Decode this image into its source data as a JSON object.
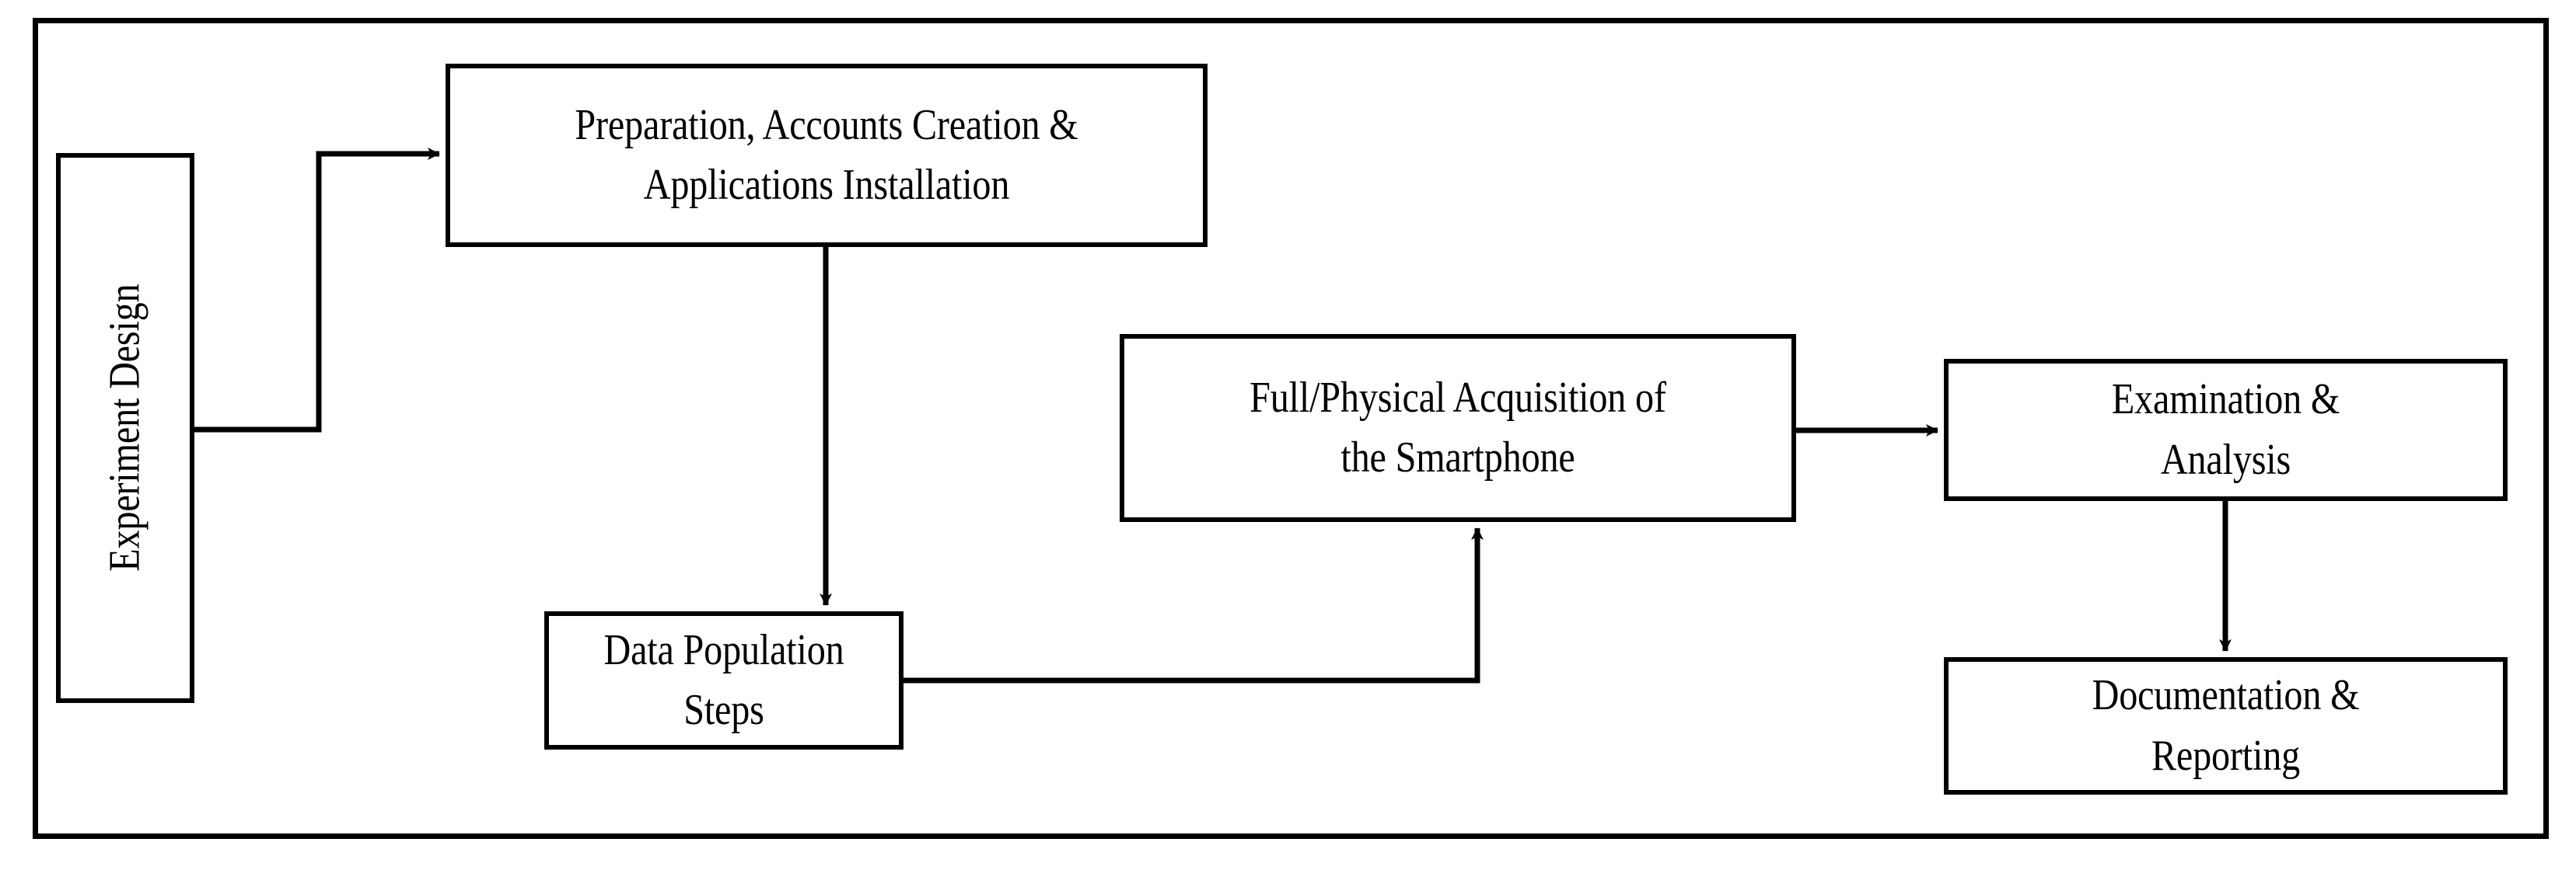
{
  "diagram": {
    "title": "Smartphone Forensic Experiment Methodology Flowchart",
    "background_color": "#ffffff",
    "line_color": "#000000",
    "frame": {
      "name": "outer-frame",
      "border_color": "#000000"
    },
    "nodes": [
      {
        "id": "experiment-design",
        "label": "Experiment Design",
        "orientation": "vertical-rotated-ccw"
      },
      {
        "id": "preparation",
        "label": "Preparation, Accounts Creation &\nApplications Installation",
        "orientation": "horizontal"
      },
      {
        "id": "data-population",
        "label": "Data Population Steps",
        "orientation": "horizontal"
      },
      {
        "id": "acquisition",
        "label": "Full/Physical Acquisition of\nthe Smartphone",
        "orientation": "horizontal"
      },
      {
        "id": "examination",
        "label": "Examination &\nAnalysis",
        "orientation": "horizontal"
      },
      {
        "id": "documentation",
        "label": "Documentation &\nReporting",
        "orientation": "horizontal"
      }
    ],
    "edges": [
      {
        "id": "edge-design-to-preparation",
        "from": "experiment-design",
        "to": "preparation",
        "style": "elbow",
        "arrow": "right"
      },
      {
        "id": "edge-preparation-to-population",
        "from": "preparation",
        "to": "data-population",
        "style": "straight",
        "arrow": "down"
      },
      {
        "id": "edge-population-to-acquisition",
        "from": "data-population",
        "to": "acquisition",
        "style": "elbow",
        "arrow": "up"
      },
      {
        "id": "edge-acquisition-to-examination",
        "from": "acquisition",
        "to": "examination",
        "style": "straight",
        "arrow": "right"
      },
      {
        "id": "edge-examination-to-documentation",
        "from": "examination",
        "to": "documentation",
        "style": "straight",
        "arrow": "down"
      }
    ]
  }
}
